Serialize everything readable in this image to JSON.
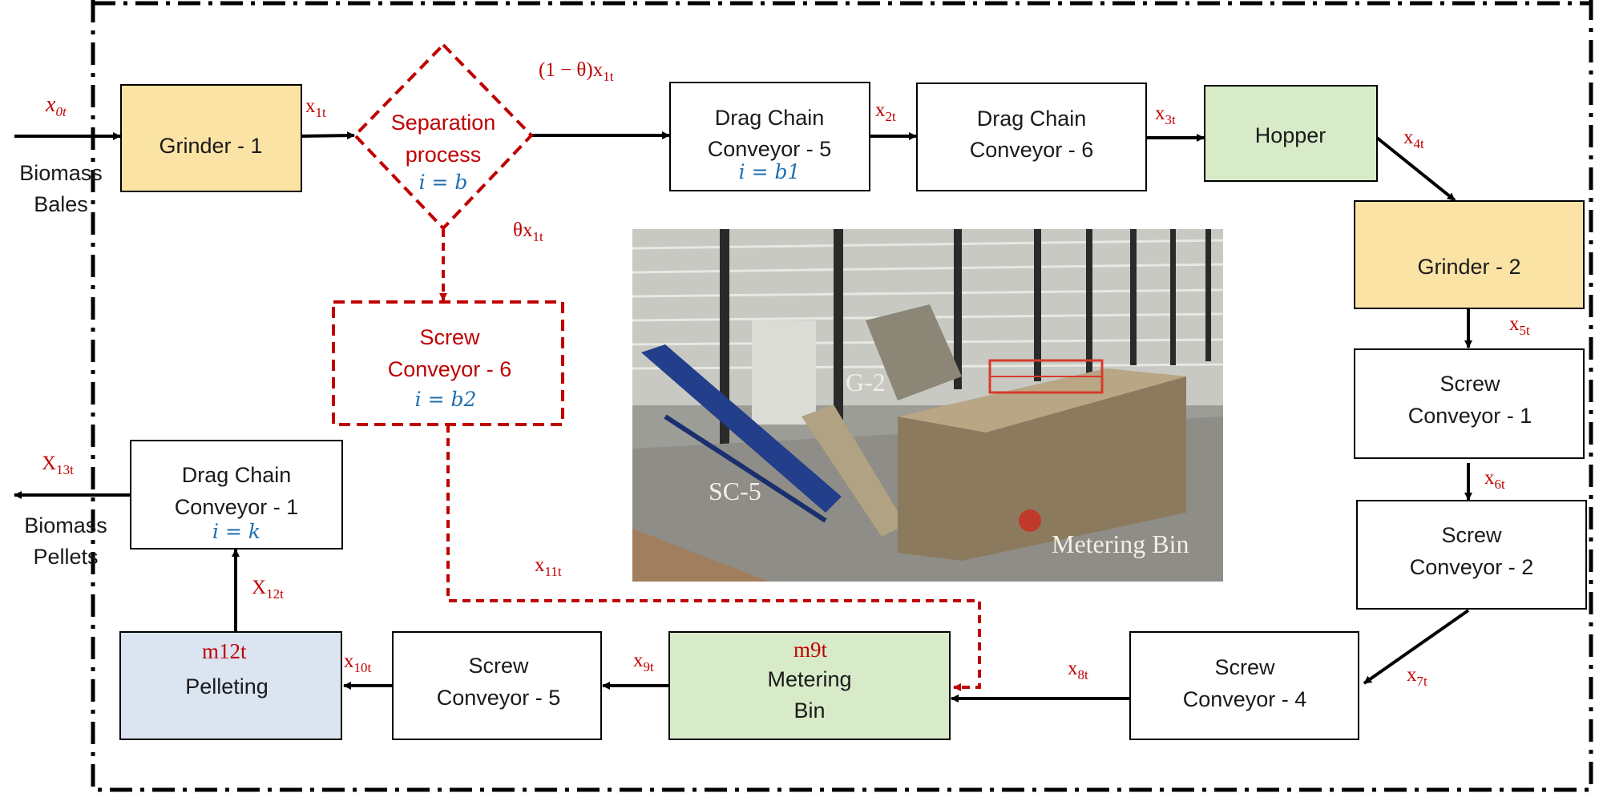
{
  "nodes": {
    "grinder1": "Grinder - 1",
    "separation": [
      "Separation",
      "process"
    ],
    "separation_index": "i = b",
    "dcc5": [
      "Drag Chain",
      "Conveyor - 5"
    ],
    "dcc5_index": "i = b1",
    "dcc6": [
      "Drag Chain",
      "Conveyor - 6"
    ],
    "hopper": "Hopper",
    "grinder2": "Grinder - 2",
    "sc1": [
      "Screw",
      "Conveyor - 1"
    ],
    "sc2": [
      "Screw",
      "Conveyor - 2"
    ],
    "sc4": [
      "Screw",
      "Conveyor - 4"
    ],
    "metering_bin": [
      "Metering",
      "Bin"
    ],
    "metering_mass": "m9t",
    "sc5": [
      "Screw",
      "Conveyor - 5"
    ],
    "pelleting": "Pelleting",
    "pelleting_mass": "m12t",
    "dcc1": [
      "Drag Chain",
      "Conveyor - 1"
    ],
    "dcc1_index": "i = k",
    "sc6": [
      "Screw",
      "Conveyor - 6"
    ],
    "sc6_index": "i = b2"
  },
  "io": {
    "input": [
      "Biomass",
      "Bales"
    ],
    "output": [
      "Biomass",
      "Pellets"
    ]
  },
  "flows": {
    "x0t": {
      "base": "x",
      "sub": "0t"
    },
    "x1t": {
      "base": "x",
      "sub": "1t"
    },
    "one_minus_theta": {
      "base": "(1 − θ)x",
      "sub": "1t"
    },
    "theta": {
      "base": "θx",
      "sub": "1t"
    },
    "x2t": {
      "base": "x",
      "sub": "2t"
    },
    "x3t": {
      "base": "x",
      "sub": "3t"
    },
    "x4t": {
      "base": "x",
      "sub": "4t"
    },
    "x5t": {
      "base": "x",
      "sub": "5t"
    },
    "x6t": {
      "base": "x",
      "sub": "6t"
    },
    "x7t": {
      "base": "x",
      "sub": "7t"
    },
    "x8t": {
      "base": "x",
      "sub": "8t"
    },
    "x9t": {
      "base": "x",
      "sub": "9t"
    },
    "x10t": {
      "base": "x",
      "sub": "10t"
    },
    "x11t": {
      "base": "x",
      "sub": "11t"
    },
    "x12t": {
      "base": "X",
      "sub": "12t"
    },
    "x13t": {
      "base": "X",
      "sub": "13t"
    }
  },
  "photo": {
    "labels": {
      "g2": "G-2",
      "sc5": "SC-5",
      "metering": "Metering Bin"
    }
  },
  "colors": {
    "grinder": "#fbe3a6",
    "hopper": "#d7ebc8",
    "metering_bin": "#d7ebc8",
    "pelleting": "#dbe4f1",
    "red": "#c00000",
    "blue": "#1f6fb0"
  }
}
